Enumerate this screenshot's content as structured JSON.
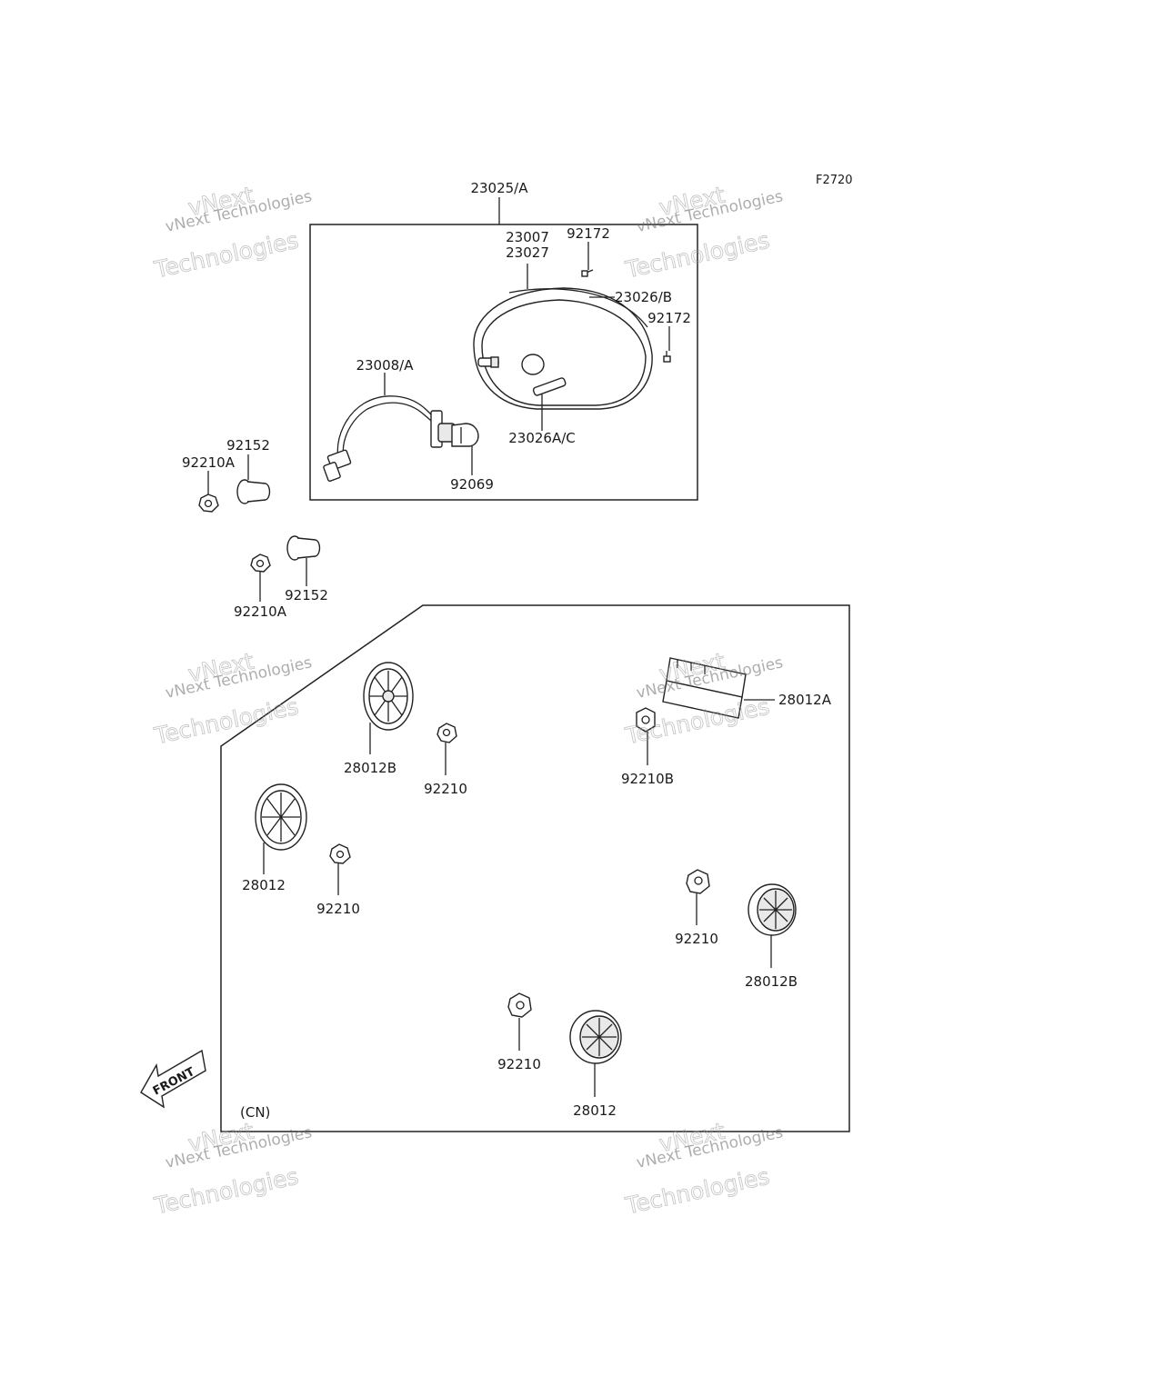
{
  "figure_code": "F2720",
  "region_tag": "(CN)",
  "front_arrow_label": "FRONT",
  "watermark": {
    "line_small": "vNext Technologies",
    "line_big_a": "vNext",
    "line_big_b": "Technologies"
  },
  "parts": {
    "assembly": "23025/A",
    "unit_a": "23007",
    "unit_b": "23027",
    "screw_top": "92172",
    "lens": "23026/B",
    "screw_right": "92172",
    "socket": "23008/A",
    "bulb_holder": "23026A/C",
    "bulb": "92069",
    "collar_a": "92152",
    "nut_a": "92210A",
    "collar_b": "92152",
    "nut_b": "92210A",
    "reflector_plate": "28012A",
    "reflector_b1": "28012B",
    "nut_1": "92210",
    "nut_b2": "92210B",
    "reflector_1": "28012",
    "nut_2": "92210",
    "nut_3": "92210",
    "reflector_b2": "28012B",
    "nut_4": "92210",
    "reflector_2": "28012"
  }
}
